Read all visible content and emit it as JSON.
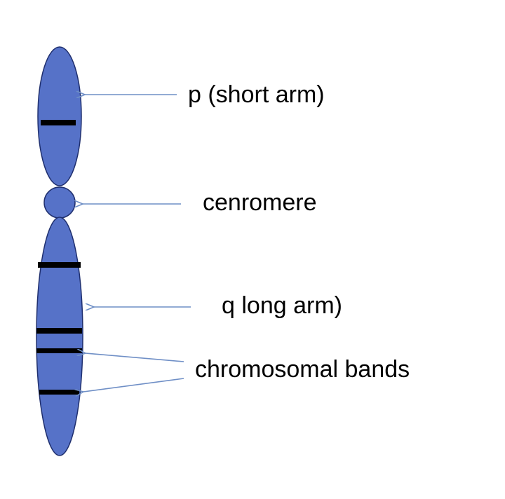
{
  "colors": {
    "chromosome_fill": "#5672c8",
    "chromosome_stroke": "#1f2f6e",
    "band": "#000000",
    "arrow": "#6f8fc6",
    "text": "#000000"
  },
  "labels": {
    "p_arm": "p (short arm)",
    "centromere": "cenromere",
    "q_arm": "q long arm)",
    "bands": "chromosomal bands"
  }
}
